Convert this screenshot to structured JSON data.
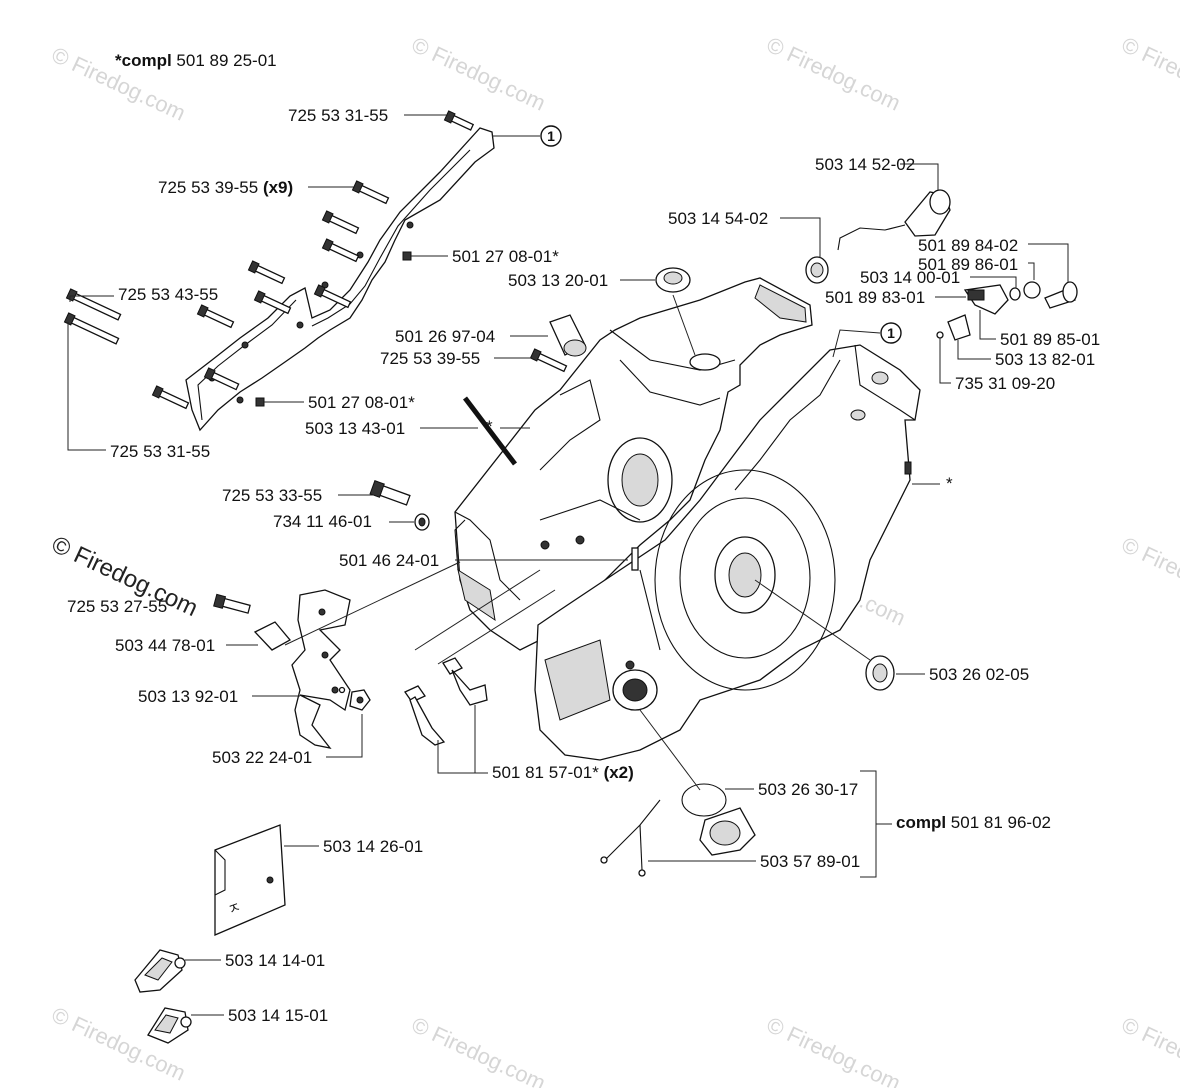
{
  "title": {
    "prefix": "*compl",
    "number": "501 89 25-01"
  },
  "watermark": {
    "text": "© Firedog.com"
  },
  "callout_number": "1",
  "asterisk": "*",
  "labels": {
    "p72553315_top": "725 53 31-55",
    "p72553395": "725 53 39-55",
    "x9": "(x9)",
    "p50127080_a": "501 27 08-01*",
    "p72553435": "725 53 43-55",
    "p50127080_b": "501 27 08-01*",
    "p72553315_bot": "725 53 31-55",
    "p50314520": "503 14 52-02",
    "p50314540": "503 14 54-02",
    "p50313201": "503 13 20-01",
    "p50189842": "501 89 84-02",
    "p50189861": "501 89 86-01",
    "p50314001": "503 14 00-01",
    "p50189831": "501 89 83-01",
    "p50126970": "501 26 97-04",
    "p72553395b": "725 53 39-55",
    "p50189851": "501 89 85-01",
    "p50313821": "503 13 82-01",
    "p73531092": "735 31 09-20",
    "p50313430": "503 13 43-01",
    "p72553335": "725 53 33-55",
    "p73411461": "734 11 46-01",
    "p50146241": "501 46 24-01",
    "p72553275": "725 53 27-55",
    "p50344781": "503 44 78-01",
    "p50313921": "503 13 92-01",
    "p50322241": "503 22 24-01",
    "p50181571": "501 81 57-01*",
    "x2": "(x2)",
    "p50326020": "503 26 02-05",
    "p50326301": "503 26 30-17",
    "p50357891": "503 57 89-01",
    "compl2_prefix": "compl",
    "compl2_number": "501 81 96-02",
    "p50314260": "503 14 26-01",
    "p50314141": "503 14 14-01",
    "p50314151": "503 14 15-01"
  }
}
